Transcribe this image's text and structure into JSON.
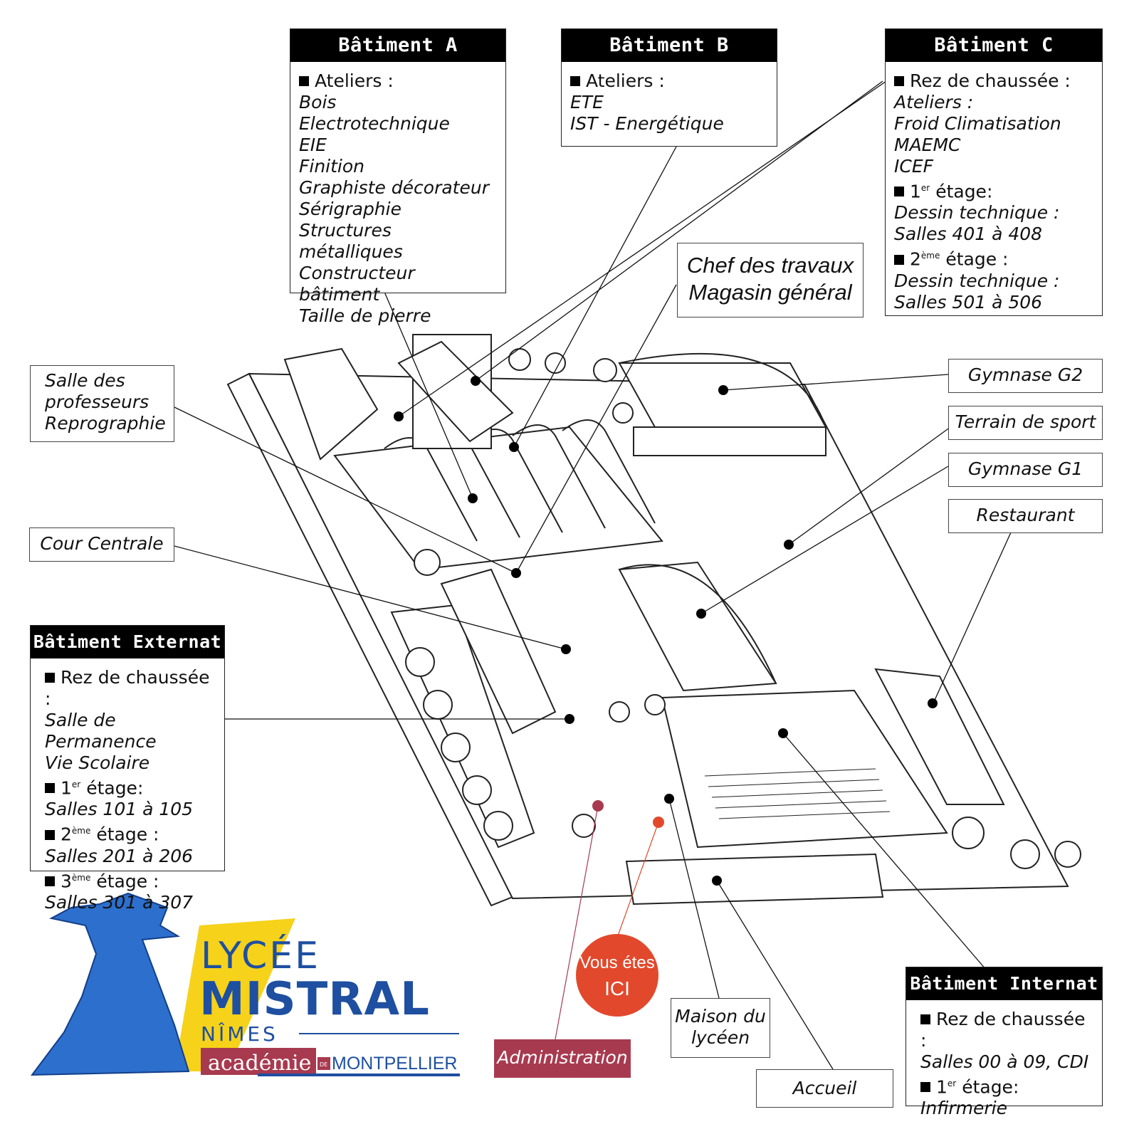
{
  "buildings": {
    "a": {
      "title": "Bâtiment A",
      "heading": "Ateliers :",
      "items": [
        "Bois",
        "Electrotechnique",
        "EIE",
        "Finition",
        "Graphiste décorateur",
        "Sérigraphie",
        "Structures métalliques",
        "Constructeur bâtiment",
        "Taille de pierre"
      ]
    },
    "b": {
      "title": "Bâtiment B",
      "heading": "Ateliers :",
      "items": [
        "ETE",
        "IST - Energétique"
      ]
    },
    "c": {
      "title": "Bâtiment C",
      "rdc": "Rez de chaussée :",
      "ateliers": "Ateliers :",
      "ateliers_items": [
        "Froid Climatisation",
        "MAEMC",
        "ICEF"
      ],
      "floor1_num": "1",
      "floor1_sup": "er",
      "floor1_label": "étage:",
      "floor1_desc": "Dessin technique :",
      "floor1_rooms": "Salles 401 à 408",
      "floor2_num": "2",
      "floor2_sup": "ème",
      "floor2_label": "étage :",
      "floor2_desc": "Dessin technique :",
      "floor2_rooms": "Salles 501 à 506"
    },
    "externat": {
      "title": "Bâtiment Externat",
      "rdc": "Rez de chaussée :",
      "rdc_items": [
        "Salle de Permanence",
        "Vie Scolaire"
      ],
      "f1_num": "1",
      "f1_sup": "er",
      "f1_label": "étage:",
      "f1_rooms": "Salles 101 à 105",
      "f2_num": "2",
      "f2_sup": "ème",
      "f2_label": "étage :",
      "f2_rooms": "Salles 201 à 206",
      "f3_num": "3",
      "f3_sup": "ème",
      "f3_label": "étage :",
      "f3_rooms": "Salles 301 à 307"
    },
    "internat": {
      "title": "Bâtiment Internat",
      "rdc": "Rez de chaussée :",
      "rdc_items": "Salles 00 à 09, CDI",
      "f1_num": "1",
      "f1_sup": "er",
      "f1_label": "étage:",
      "f1_item": "Infirmerie"
    }
  },
  "labels": {
    "chef": [
      "Chef des travaux",
      "Magasin général"
    ],
    "salle_prof": [
      "Salle des",
      "professeurs",
      "Reprographie"
    ],
    "cour": "Cour Centrale",
    "gymnase_g2": "Gymnase G2",
    "terrain": "Terrain de sport",
    "gymnase_g1": "Gymnase G1",
    "restaurant": "Restaurant",
    "maison": [
      "Maison du",
      "lycéen"
    ],
    "accueil": "Accueil",
    "administration": "Administration"
  },
  "you_are_here": [
    "Vous étes",
    "ICI"
  ],
  "logo": {
    "line1": "LYCÉE",
    "line2": "MISTRAL",
    "line3": "NÎMES",
    "academie": "académie",
    "de": "DE",
    "montpellier": "MONTPELLIER"
  },
  "colors": {
    "you_are_here": "#e2492c",
    "administration": "#a83a4f",
    "logo_blue": "#1e4fa0",
    "logo_yellow": "#f6d21a"
  }
}
